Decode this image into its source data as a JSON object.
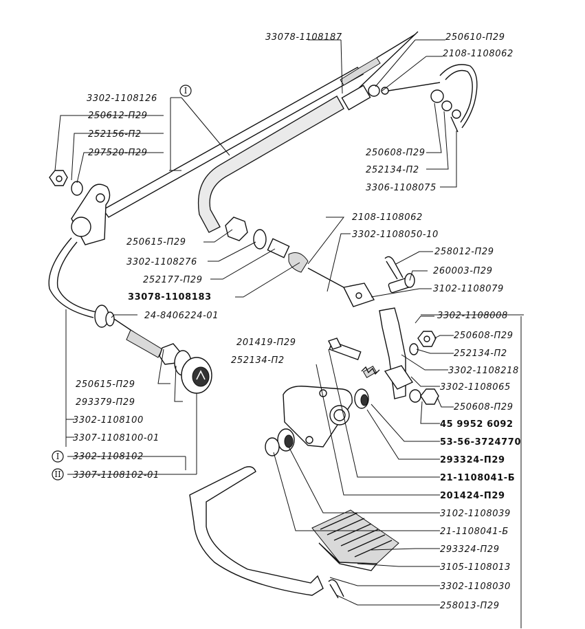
{
  "parts": {
    "p1": "33078-1108187",
    "p2": "250610-П29",
    "p3": "2108-1108062",
    "p4": "3302-1108126",
    "p5": "250612-П29",
    "p6": "252156-П2",
    "p7": "297520-П29",
    "p8": "250608-П29",
    "p9": "252134-П2",
    "p10": "3306-1108075",
    "p11": "2108-1108062",
    "p12": "3302-1108050-10",
    "p13": "250615-П29",
    "p14": "3302-1108276",
    "p15": "252177-П29",
    "p16": "33078-1108183",
    "p17": "258012-П29",
    "p18": "260003-П29",
    "p19": "3102-1108079",
    "p20": "3302-1108008",
    "p21": "24-8406224-01",
    "p22": "250608-П29",
    "p23": "252134-П2",
    "p24": "201419-П29",
    "p25": "252134-П2",
    "p26": "3302-1108218",
    "p27": "3302-1108065",
    "p28": "250615-П29",
    "p29": "293379-П29",
    "p30": "250608-П29",
    "p31": "45 9952 6092",
    "p32": "3302-1108100",
    "p33": "53-56-3724770",
    "p34": "3307-1108100-01",
    "p35": "293324-П29",
    "p36": "3302-1108102",
    "p37": "21-1108041-Б",
    "p38": "3307-1108102-01",
    "p39": "201424-П29",
    "p40": "3102-1108039",
    "p41": "21-1108041-Б",
    "p42": "293324-П29",
    "p43": "3105-1108013",
    "p44": "3302-1108030",
    "p45": "258013-П29"
  },
  "marks": {
    "m1": "I",
    "m2": "I",
    "m3": "II"
  }
}
